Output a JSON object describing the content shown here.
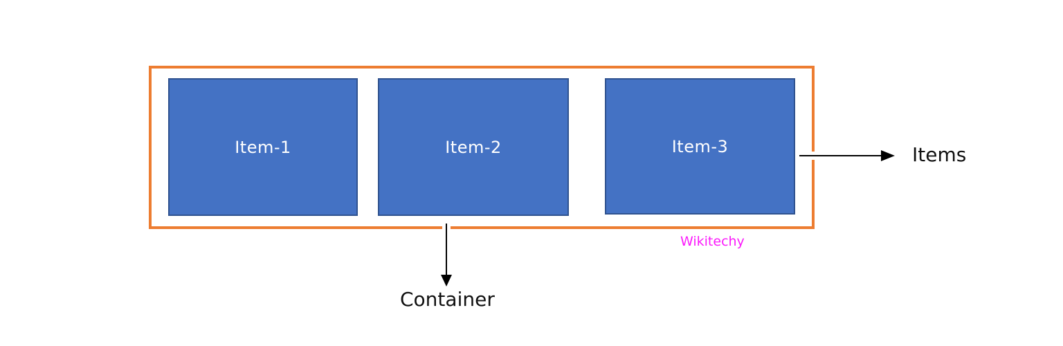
{
  "diagram": {
    "items": [
      {
        "label": "Item-1"
      },
      {
        "label": "Item-2"
      },
      {
        "label": "Item-3"
      }
    ],
    "items_annotation": "Items",
    "container_annotation": "Container",
    "watermark": "Wikitechy",
    "colors": {
      "container_border": "#ED7D31",
      "item_fill": "#4472C4",
      "item_border": "#2F528F",
      "item_text": "#FFFFFF",
      "annotation_text": "#111111",
      "arrow": "#000000",
      "watermark_text": "#FB1AFB"
    }
  }
}
